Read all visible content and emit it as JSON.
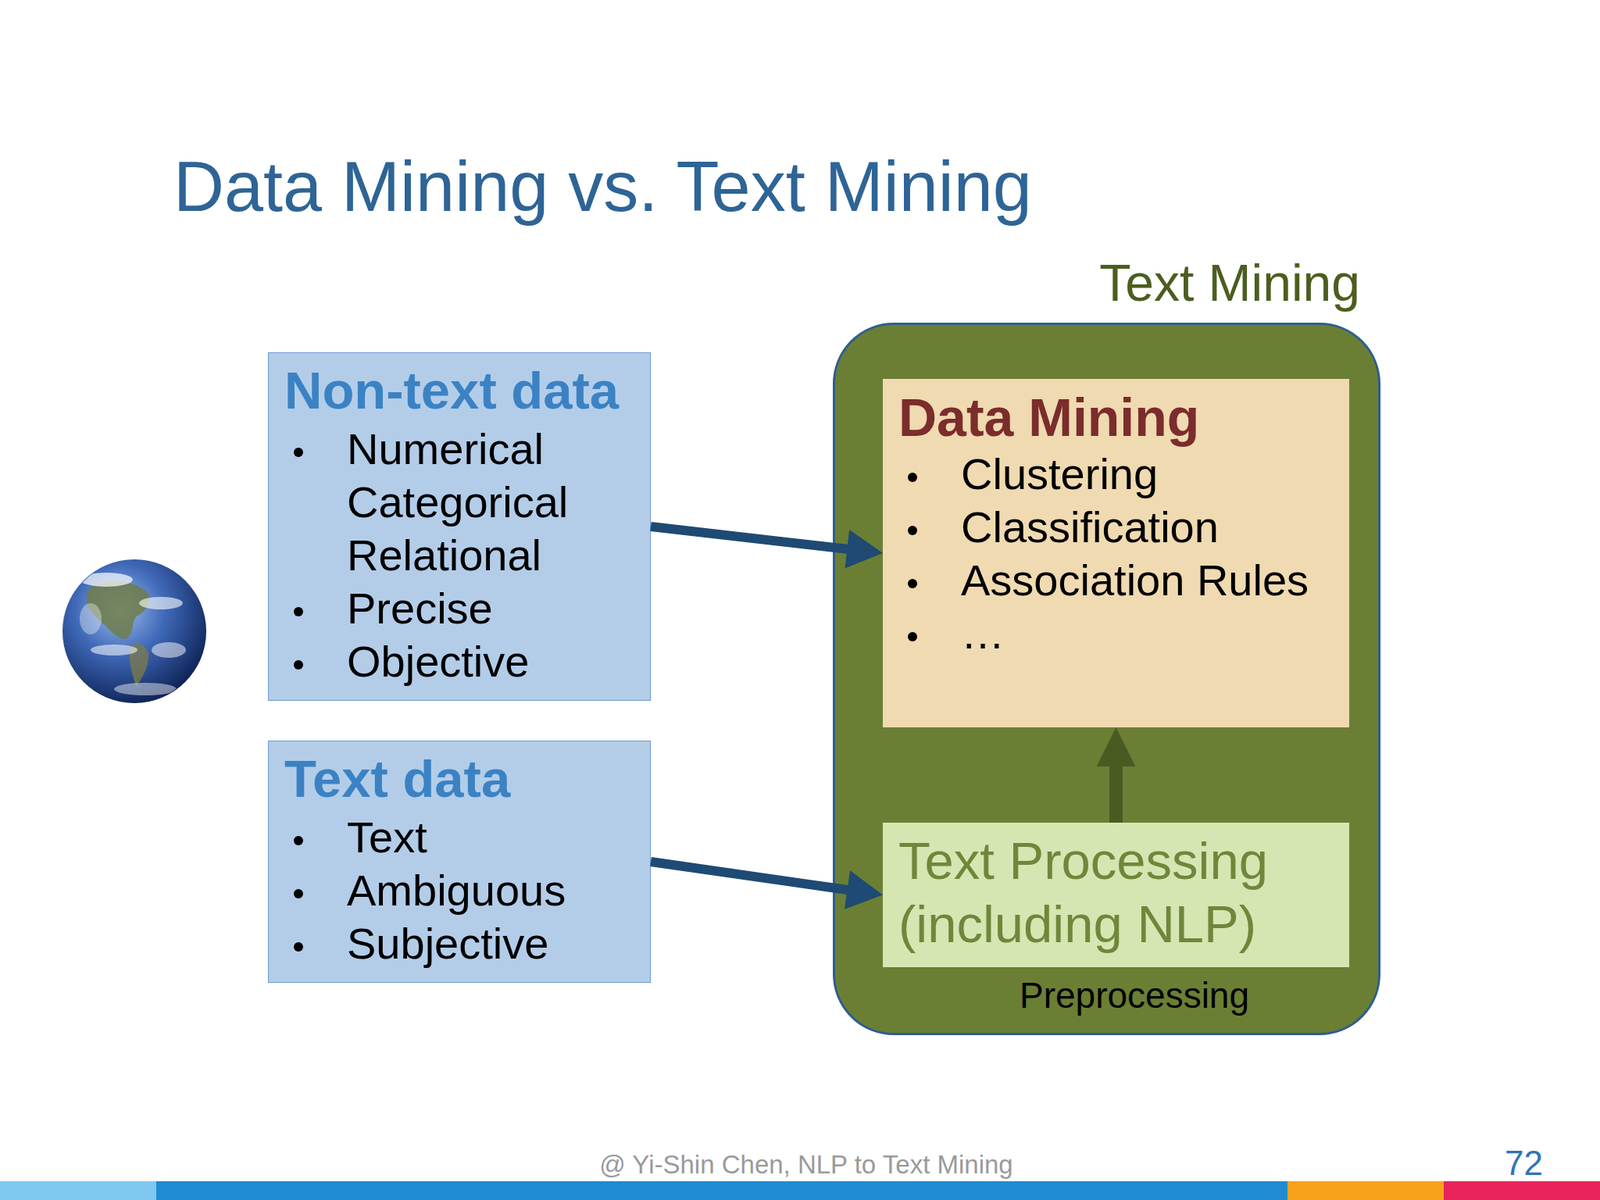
{
  "diagram": {
    "title": "Data Mining vs. Text Mining",
    "nodes": [
      {
        "text": [
          "Non-text data",
          "Numerical Categorical Relational",
          "Precise",
          "Objective"
        ]
      },
      {
        "text": [
          "Text data",
          "Text",
          "Ambiguous",
          "Subjective"
        ]
      },
      {
        "text": [
          "Text Mining"
        ]
      },
      {
        "text": [
          "Data Mining",
          "Clustering",
          "Classification",
          "Association Rules",
          "…"
        ],
        "in": 2
      },
      {
        "text": [
          "Text Processing (including NLP)"
        ],
        "in": 2
      }
    ],
    "edges": [
      {
        "from": 0,
        "to": 3,
        "arrow": "to"
      },
      {
        "from": 1,
        "to": 4,
        "arrow": "to"
      },
      {
        "from": 4,
        "to": 3,
        "arrow": "to"
      }
    ],
    "labels": [
      "Preprocessing",
      "@ Yi-Shin Chen, NLP to Text Mining",
      "72"
    ]
  }
}
